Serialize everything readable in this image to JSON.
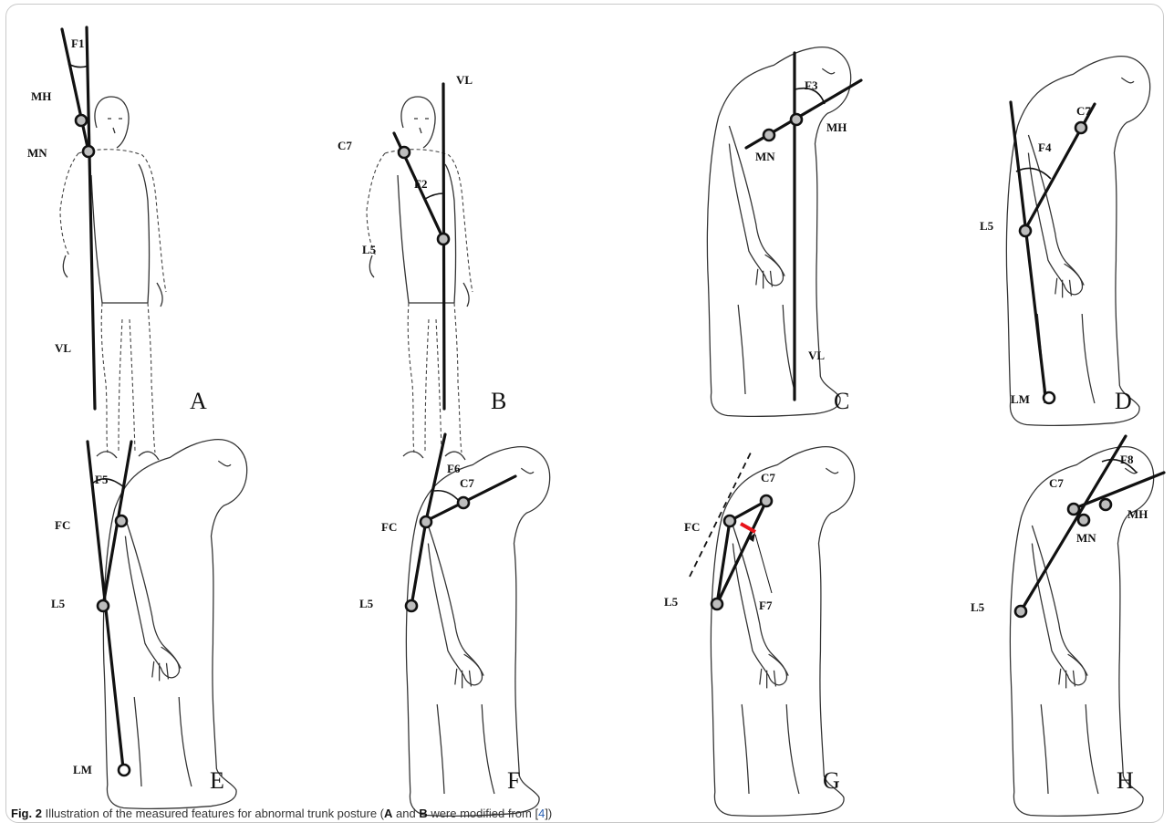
{
  "panels": {
    "A": {
      "letter": "A",
      "labels": {
        "f1": "F1",
        "mh": "MH",
        "mn": "MN",
        "vl": "VL"
      }
    },
    "B": {
      "letter": "B",
      "labels": {
        "vl": "VL",
        "c7": "C7",
        "f2": "F2",
        "l5": "L5"
      }
    },
    "C": {
      "letter": "C",
      "labels": {
        "f3": "F3",
        "mh": "MH",
        "mn": "MN",
        "vl": "VL"
      }
    },
    "D": {
      "letter": "D",
      "labels": {
        "c7": "C7",
        "f4": "F4",
        "l5": "L5",
        "lm": "LM"
      }
    },
    "E": {
      "letter": "E",
      "labels": {
        "f5": "F5",
        "fc": "FC",
        "l5": "L5",
        "lm": "LM"
      }
    },
    "F": {
      "letter": "F",
      "labels": {
        "f6": "F6",
        "c7": "C7",
        "fc": "FC",
        "l5": "L5"
      }
    },
    "G": {
      "letter": "G",
      "labels": {
        "c7": "C7",
        "fc": "FC",
        "l5": "L5",
        "f7": "F7"
      }
    },
    "H": {
      "letter": "H",
      "labels": {
        "f8": "F8",
        "c7": "C7",
        "mh": "MH",
        "mn": "MN",
        "l5": "L5"
      }
    }
  },
  "caption": {
    "fig_label": "Fig. 2",
    "text_before": "Illustration of the measured features for abnormal trunk posture (",
    "bold_a": "A",
    "text_and": " and ",
    "bold_b": "B",
    "text_mid": " were modified from [",
    "ref": "4",
    "text_end": "])"
  },
  "colors": {
    "highlight": "#e8141b",
    "point_fill": "#bdbdbd",
    "line": "#111111"
  }
}
